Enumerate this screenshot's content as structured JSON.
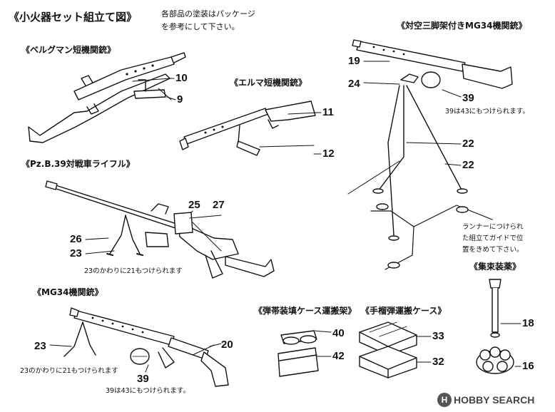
{
  "header": {
    "title": "《小火器セット組立て図》",
    "paint_note_line1": "各部品の塗装はパッケージ",
    "paint_note_line2": "を参考にして下さい。"
  },
  "sections": {
    "bergmann": "《ベルグマン短機関銃》",
    "erma": "《エルマ短機関銃》",
    "pzb39": "《Pz.B.39対戦車ライフル》",
    "mg34_tripod": "《対空三脚架付きMG34機関銃》",
    "mg34": "《MG34機関銃》",
    "ammo_carrier": "《弾帯装填ケース運搬架》",
    "grenade_case": "《手榴弾運搬ケース》",
    "bundle_charge": "《集束装薬》"
  },
  "callouts": {
    "p10": "10",
    "p9": "9",
    "p11": "11",
    "p12": "12",
    "p25": "25",
    "p27": "27",
    "p26": "26",
    "p23a": "23",
    "p19": "19",
    "p24": "24",
    "p39a": "39",
    "p22a": "22",
    "p22b": "22",
    "p23b": "23",
    "p20": "20",
    "p39b": "39",
    "p40": "40",
    "p42": "42",
    "p33": "33",
    "p32": "32",
    "p18": "18",
    "p16": "16"
  },
  "notes": {
    "alt_21_pzb": "23のかわりに21もつけられます",
    "alt_43_tripod": "39は43にもつけられます。",
    "runner_line1": "ランナーにつけられ",
    "runner_line2": "た組立てガイドで位",
    "runner_line3": "置をきめて下さい。",
    "alt_21_mg34": "23のかわりに21もつけられます",
    "alt_43_mg34": "39は43にもつけられます。"
  },
  "watermark": {
    "mark": "H",
    "text": "HOBBY SEARCH"
  }
}
